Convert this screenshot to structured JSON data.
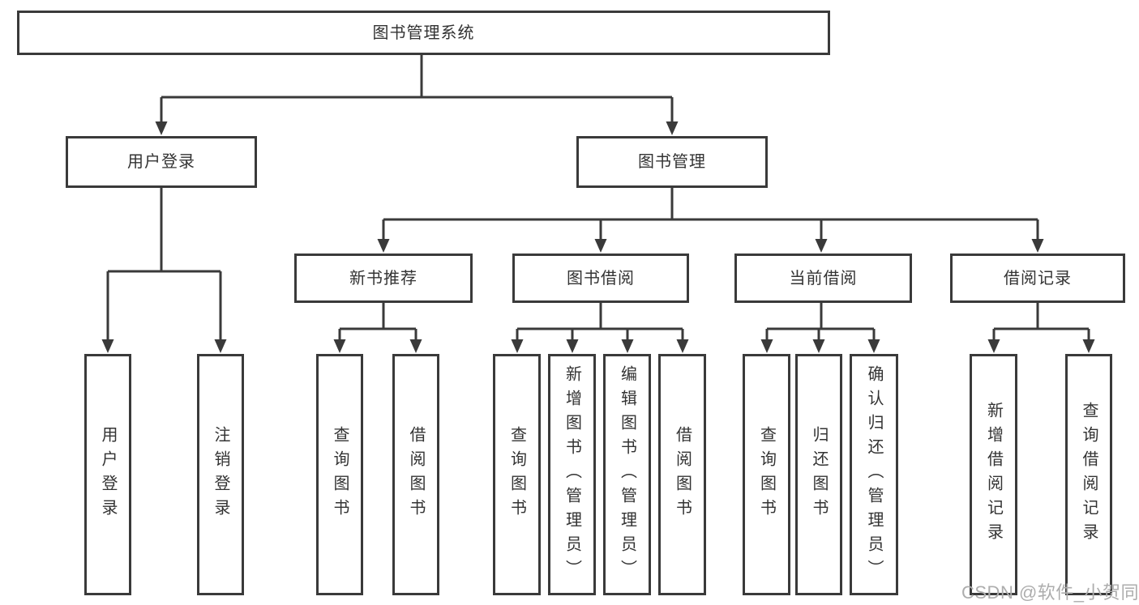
{
  "diagram": {
    "type": "function-structure-tree",
    "title": "图书管理系统"
  },
  "colors": {
    "line": "#3a3a3a",
    "box_border": "#3a3a3a",
    "text": "#333333",
    "background": "#ffffff",
    "watermark": "#adadad"
  },
  "tree": {
    "label": "图书管理系统",
    "children": [
      {
        "label": "用户登录",
        "children": [
          {
            "label": "用户登录"
          },
          {
            "label": "注销登录"
          }
        ]
      },
      {
        "label": "图书管理",
        "children": [
          {
            "label": "新书推荐",
            "children": [
              {
                "label": "查询图书"
              },
              {
                "label": "借阅图书"
              }
            ]
          },
          {
            "label": "图书借阅",
            "children": [
              {
                "label": "查询图书"
              },
              {
                "label": "新增图书（管理员）"
              },
              {
                "label": "编辑图书（管理员）"
              },
              {
                "label": "借阅图书"
              }
            ]
          },
          {
            "label": "当前借阅",
            "children": [
              {
                "label": "查询图书"
              },
              {
                "label": "归还图书"
              },
              {
                "label": "确认归还（管理员）"
              }
            ]
          },
          {
            "label": "借阅记录",
            "children": [
              {
                "label": "新增借阅记录"
              },
              {
                "label": "查询借阅记录"
              }
            ]
          }
        ]
      }
    ]
  },
  "watermark": "CSDN @软件_小贺同学"
}
